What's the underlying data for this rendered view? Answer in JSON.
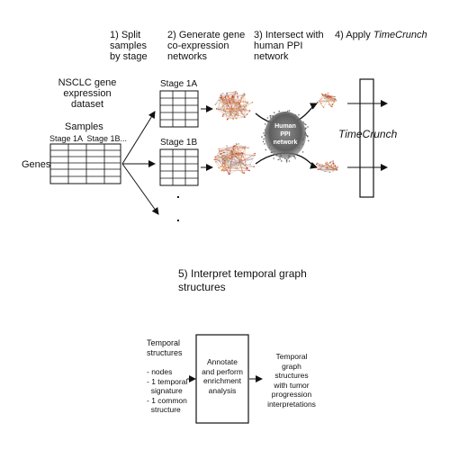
{
  "steps": {
    "s1": "1) Split\nsamples\nby stage",
    "s2": "2) Generate gene\nco-expression\nnetworks",
    "s3": "3) Intersect with\nhuman PPI\nnetwork",
    "s4_prefix": "4) Apply ",
    "s4_italic": "TimeCrunch",
    "s5": "5) Interpret temporal graph\nstructures"
  },
  "dataset": {
    "title": "NSCLC gene\nexpression\ndataset",
    "samples_label": "Samples",
    "col_headers": "Stage 1A  Stage 1B...",
    "genes_label": "Genes"
  },
  "stages": {
    "stage_1a": "Stage 1A",
    "stage_1b": "Stage 1B",
    "ellipsis_dot": "."
  },
  "ppi": {
    "label": "Human\nPPI\nnetwork"
  },
  "timecrunch": {
    "label": "TimeCrunch"
  },
  "interpret": {
    "left_title": "Temporal\nstructures",
    "left_items": "- nodes\n- 1 temporal\n  signature\n- 1 common\n  structure",
    "box_text": "Annotate\nand perform\nenrichment\nanalysis",
    "right_text": "Temporal\ngraph\nstructures\nwith tumor\nprogression\ninterpretations"
  },
  "colors": {
    "line": "#111111",
    "ppi_blob": "#6b6b6b",
    "network_orange": "#d9822b",
    "network_red": "#c0392b",
    "network_gray": "#9a9a9a"
  }
}
